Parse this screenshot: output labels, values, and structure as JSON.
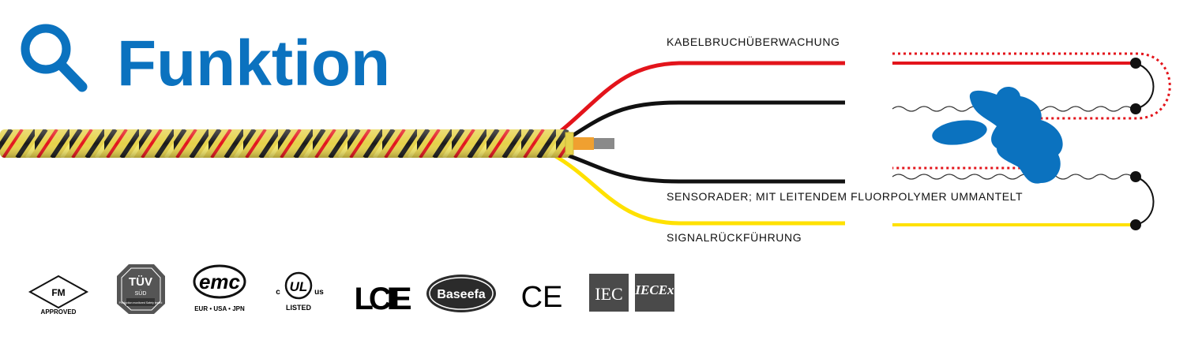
{
  "header": {
    "title": "Funktion",
    "icon": "search-icon",
    "accent_color": "#0b72bf"
  },
  "diagram": {
    "labels": {
      "break_monitoring": "KABELBRUCHÜBERWACHUNG",
      "sensor_wires": "SENSORADER; MIT LEITENDEM FLUORPOLYMER UMMANTELT",
      "signal_return": "SIGNALRÜCKFÜHRUNG"
    },
    "colors": {
      "red_wire": "#e3141b",
      "black_wire": "#111111",
      "yellow_wire": "#ffe100",
      "cable_sheath": "#e6d24a",
      "leak": "#0b72bf"
    }
  },
  "certifications": {
    "fm": {
      "main": "FM",
      "sub": "APPROVED"
    },
    "tuv": {
      "main": "TÜV",
      "sub": "SÜD",
      "fine": "Production monitored Safety tested"
    },
    "emc": {
      "main": "emc",
      "sub": "EUR • USA • JPN"
    },
    "ul": {
      "left": "c",
      "main": "UL",
      "right": "us",
      "sub": "LISTED"
    },
    "lcie": {
      "main": "LCIE"
    },
    "baseefa": {
      "main": "Baseefa"
    },
    "ce": {
      "main": "CE"
    },
    "iec": {
      "main": "IEC"
    },
    "iecex": {
      "main": "IECEx"
    }
  }
}
